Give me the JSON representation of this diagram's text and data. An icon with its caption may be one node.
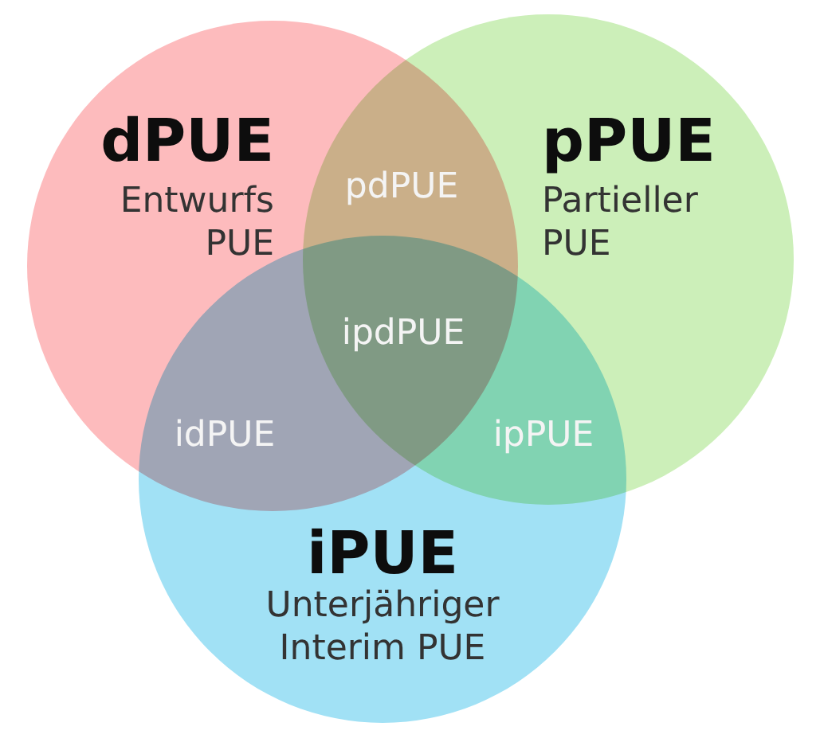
{
  "diagram": {
    "nodes": [
      {
        "text": [
          "dPUE",
          "Entwurfs PUE"
        ]
      },
      {
        "text": [
          "pPUE",
          "Partieller PUE"
        ]
      },
      {
        "text": [
          "iPUE",
          "Unterjähriger Interim PUE"
        ]
      }
    ],
    "labels": [
      "pdPUE",
      "ipdPUE",
      "idPUE",
      "ipPUE"
    ]
  }
}
